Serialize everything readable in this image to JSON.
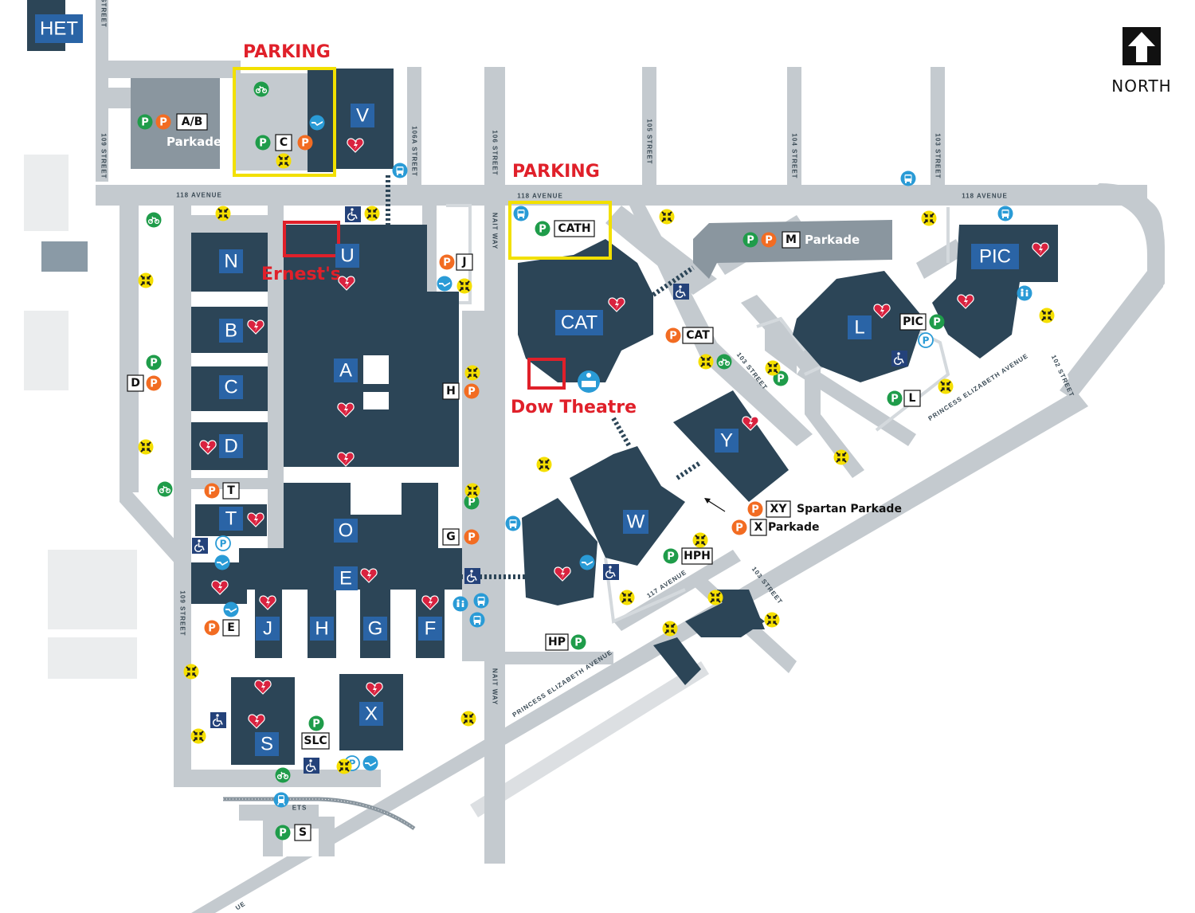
{
  "colors": {
    "building": "#2c4557",
    "road": "#c4cacf",
    "highlight_red": "#e0202a",
    "highlight_yellow": "#f2e000",
    "parking_green": "#1f9c4a",
    "parking_orange": "#f26c22",
    "info_blue": "#2a9bd6",
    "aed_red": "#d9223f"
  },
  "north": {
    "label": "NORTH"
  },
  "highlights": {
    "parking_1": "PARKING",
    "parking_2": "PARKING",
    "ernests": "Ernest's",
    "dow_theatre": "Dow Theatre"
  },
  "buildings": {
    "het": "HET",
    "v": "V",
    "n": "N",
    "u": "U",
    "b": "B",
    "a": "A",
    "c": "C",
    "d": "D",
    "o": "O",
    "t": "T",
    "e": "E",
    "j": "J",
    "h": "H",
    "g": "G",
    "f": "F",
    "s": "S",
    "x": "X",
    "cat": "CAT",
    "y": "Y",
    "w": "W",
    "l": "L",
    "pic": "PIC"
  },
  "streets": {
    "s109_top": "109 STREET",
    "s109_bottom": "109 STREET",
    "s106a": "106A STREET",
    "s106": "106 STREET",
    "s105": "105 STREET",
    "s104": "104 STREET",
    "s103": "103 STREET",
    "ave118_left": "118 AVENUE",
    "ave118_mid": "118 AVENUE",
    "ave118_right": "118 AVENUE",
    "nait_way_top": "NAIT WAY",
    "nait_way_bottom": "NAIT WAY",
    "s103_diag": "103 STREET",
    "s103_diag2": "103 STREET",
    "s102": "102 STREET",
    "pe_ave_top": "PRINCESS ELIZABETH AVENUE",
    "pe_ave_bottom": "PRINCESS ELIZABETH AVENUE",
    "ave117": "117 AVENUE",
    "ets": "ETS",
    "street_top": "STREET",
    "ue_bottom": "UE"
  },
  "parking": {
    "ab": "A/B",
    "ab_parkade": "Parkade",
    "c": "C",
    "cath": "CATH",
    "m": "M",
    "m_parkade": "Parkade",
    "j": "J",
    "cat": "CAT",
    "pic": "PIC",
    "h": "H",
    "d": "D",
    "t": "T",
    "g": "G",
    "l": "L",
    "xy": "XY",
    "xy_label": "Spartan Parkade",
    "x": "X",
    "x_label": "Parkade",
    "hph": "HPH",
    "hp": "HP",
    "e": "E",
    "slc": "SLC",
    "s": "S"
  },
  "icons": {
    "aed": "aed-heart-icon",
    "parking_p": "parking-p-icon",
    "accessible": "wheelchair-icon",
    "bus": "bus-stop-icon",
    "assembly": "assembly-point-icon",
    "motorcycle": "motorcycle-icon",
    "info": "info-desk-icon",
    "lrt": "lrt-station-icon",
    "north_arrow": "north-arrow-icon"
  }
}
